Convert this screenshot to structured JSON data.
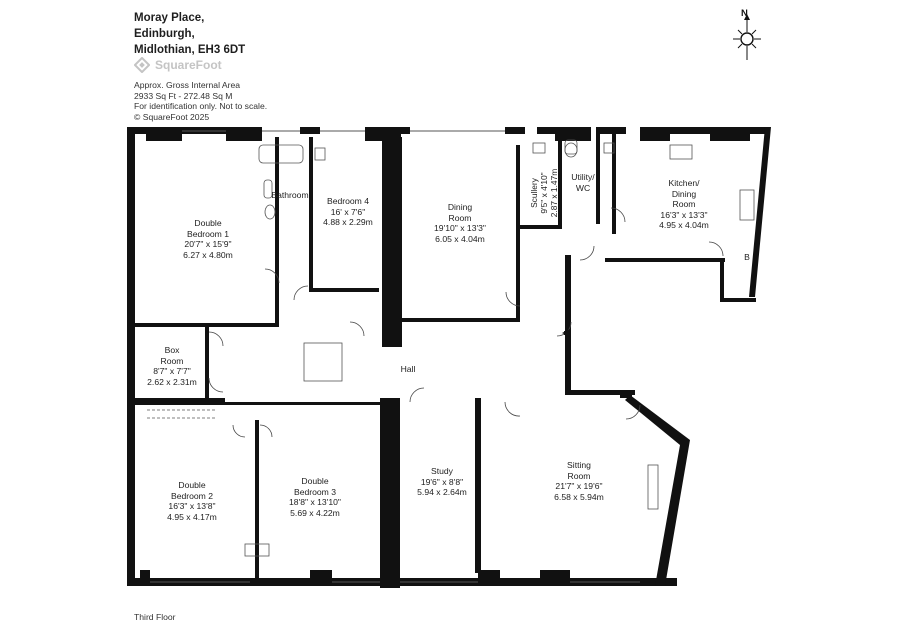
{
  "address": {
    "line1": "Moray Place,",
    "line2": "Edinburgh,",
    "line3": "Midlothian, EH3 6DT"
  },
  "brand": {
    "name": "SquareFoot"
  },
  "area": {
    "title": "Approx. Gross Internal Area",
    "value": "2933 Sq Ft  - 272.48 Sq M",
    "note": "For identification only. Not to scale.",
    "copyright": "© SquareFoot 2025"
  },
  "compass": {
    "label": "N"
  },
  "floor_label": "Third Floor",
  "rooms": {
    "double_bedroom_1": {
      "name1": "Double",
      "name2": "Bedroom 1",
      "imperial": "20'7\" x 15'9\"",
      "metric": "6.27 x 4.80m"
    },
    "bathroom": {
      "name": "Bathroom"
    },
    "bedroom_4": {
      "name": "Bedroom 4",
      "imperial": "16' x 7'6\"",
      "metric": "4.88 x 2.29m"
    },
    "dining_room": {
      "name1": "Dining",
      "name2": "Room",
      "imperial": "19'10\" x 13'3\"",
      "metric": "6.05 x 4.04m"
    },
    "scullery": {
      "name": "Scullery",
      "imperial": "9'5\" x 4'10\"",
      "metric": "2.87 x 1.47m"
    },
    "utility_wc": {
      "name1": "Utility/",
      "name2": "WC"
    },
    "kitchen": {
      "name1": "Kitchen/",
      "name2": "Dining",
      "name3": "Room",
      "imperial": "16'3\" x 13'3\"",
      "metric": "4.95 x 4.04m"
    },
    "box_room": {
      "name1": "Box",
      "name2": "Room",
      "imperial": "8'7\" x 7'7\"",
      "metric": "2.62 x 2.31m"
    },
    "hall": {
      "name": "Hall"
    },
    "double_bedroom_2": {
      "name1": "Double",
      "name2": "Bedroom 2",
      "imperial": "16'3\" x 13'8\"",
      "metric": "4.95 x 4.17m"
    },
    "double_bedroom_3": {
      "name1": "Double",
      "name2": "Bedroom 3",
      "imperial": "18'8\" x 13'10\"",
      "metric": "5.69 x 4.22m"
    },
    "study": {
      "name": "Study",
      "imperial": "19'6\" x 8'8\"",
      "metric": "5.94 x 2.64m"
    },
    "sitting_room": {
      "name1": "Sitting",
      "name2": "Room",
      "imperial": "21'7\" x 19'6\"",
      "metric": "6.58 x 5.94m"
    },
    "boiler": {
      "name": "B"
    }
  }
}
